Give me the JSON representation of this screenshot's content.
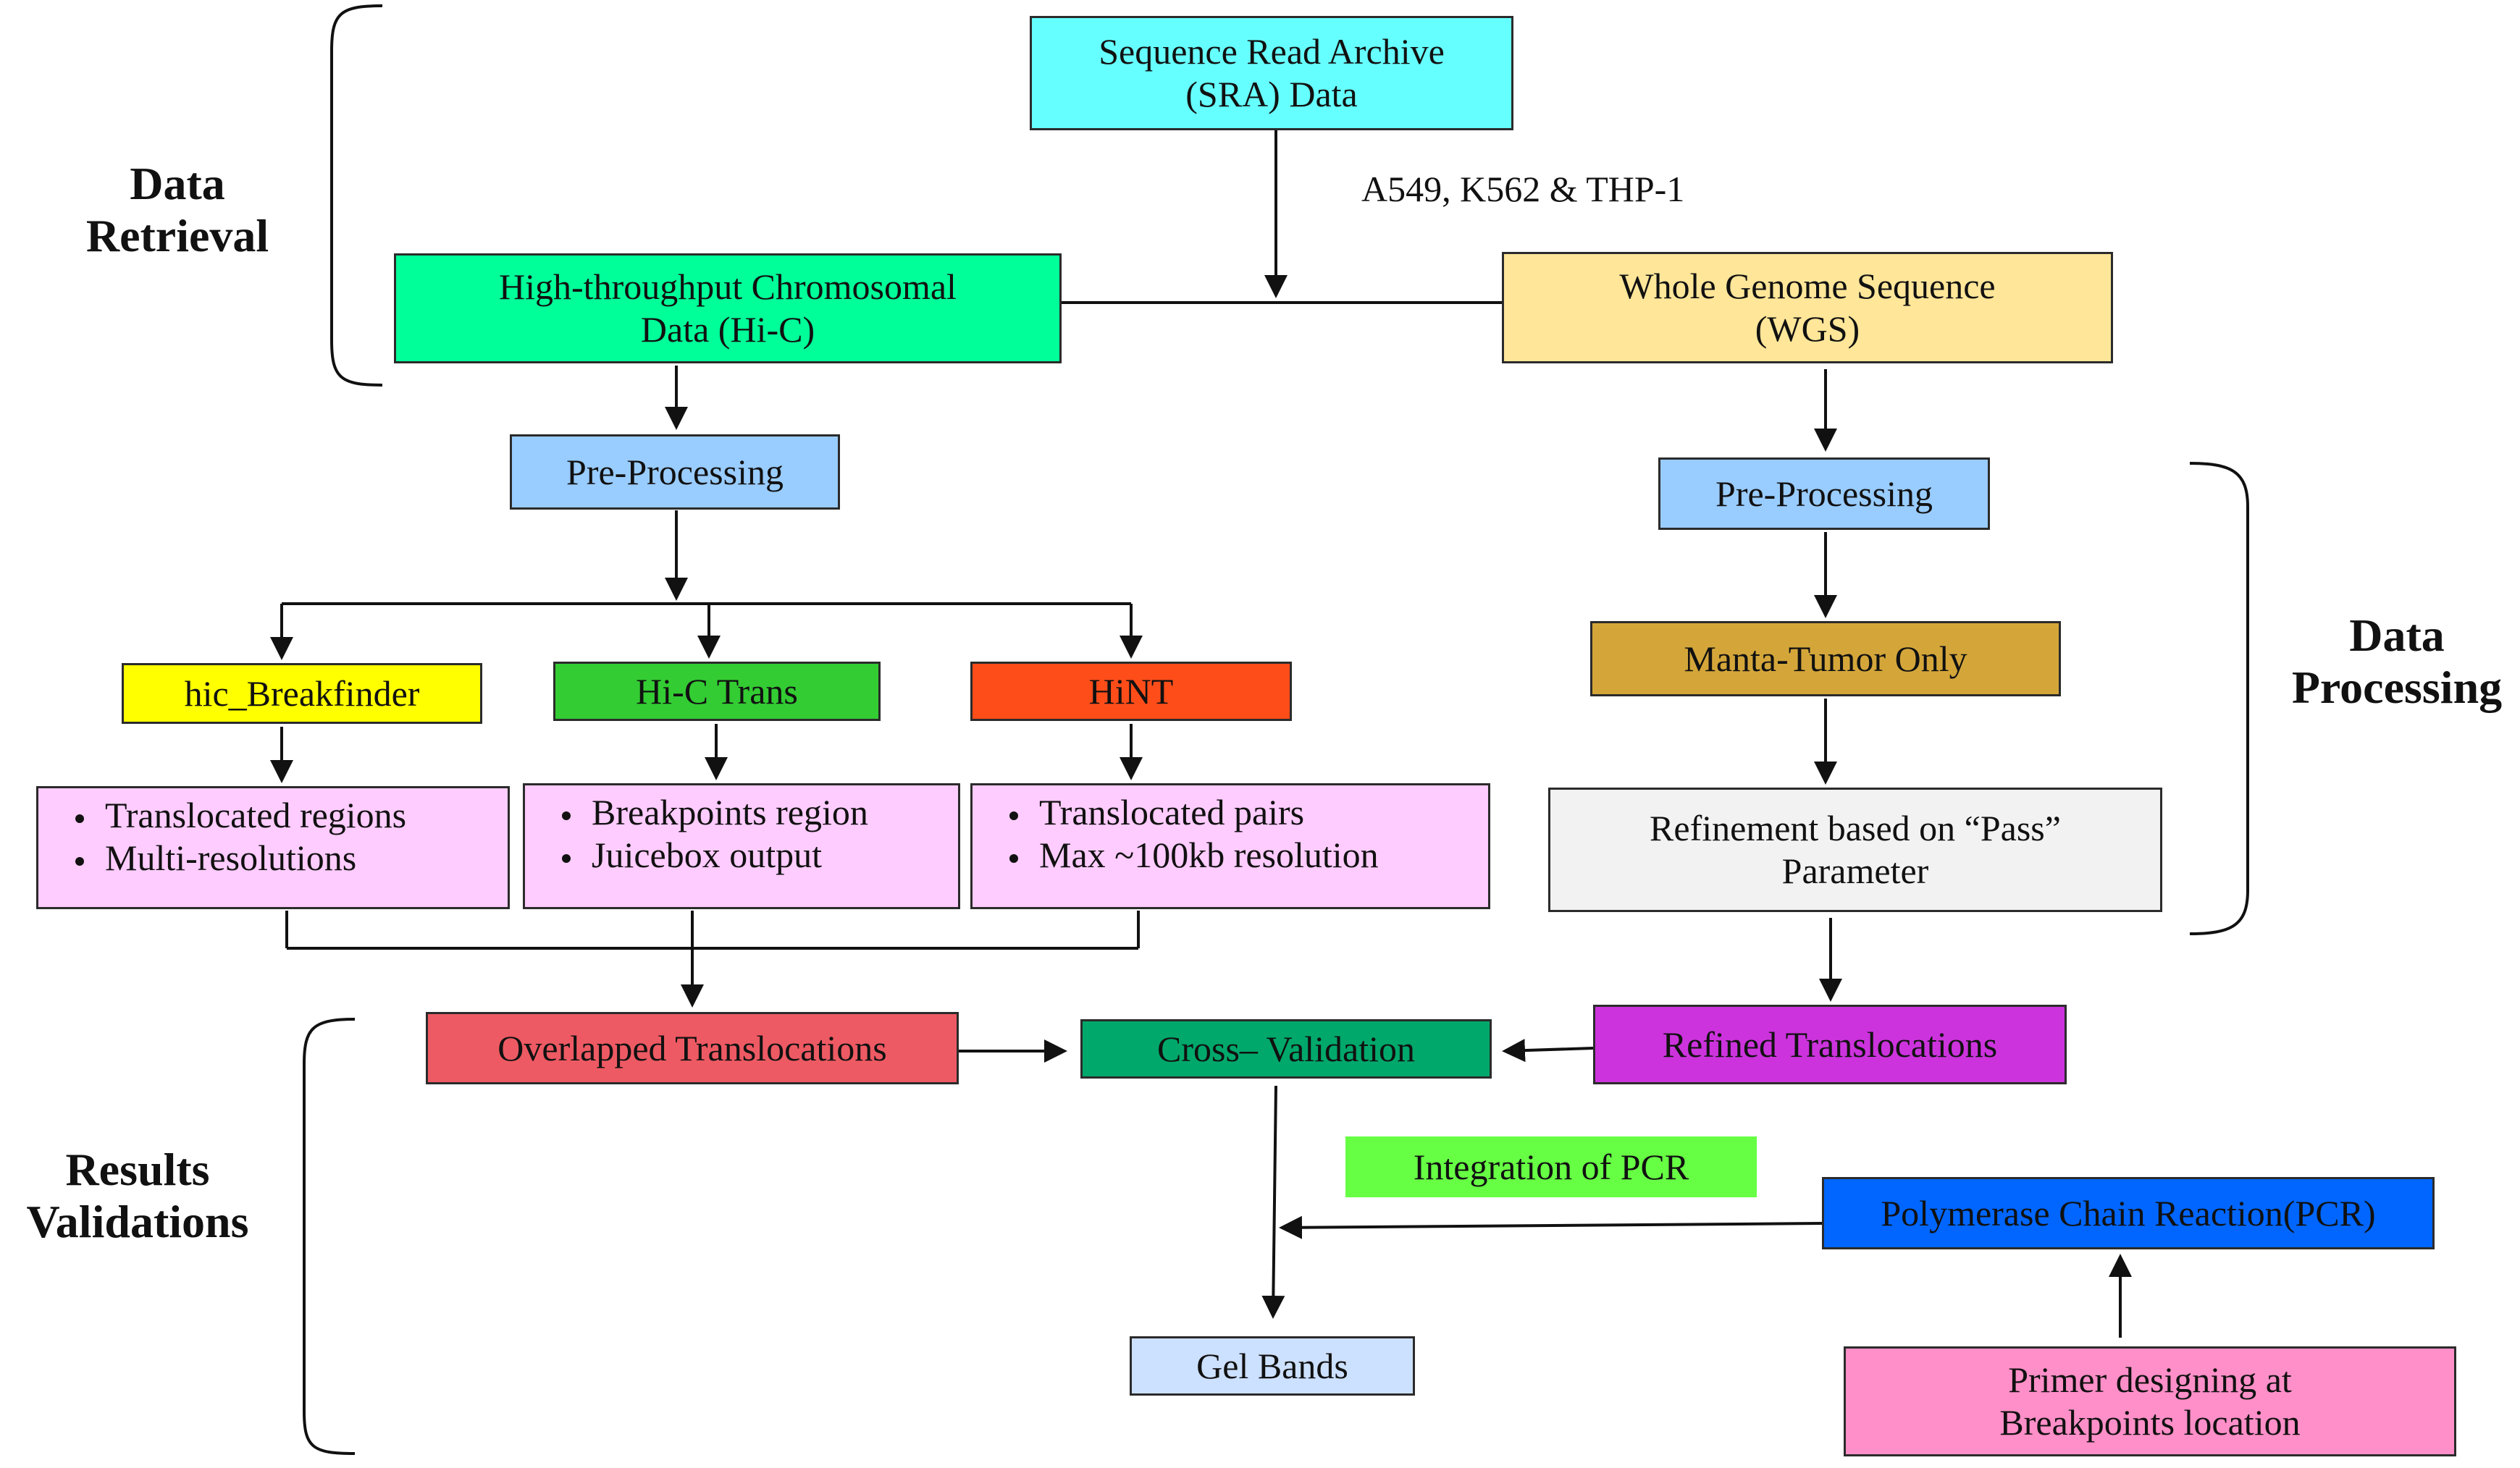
{
  "section_labels": {
    "data_retrieval": [
      "Data",
      "Retrieval"
    ],
    "data_processing": [
      "Data",
      "Processing"
    ],
    "results_validations": [
      "Results",
      "Validations"
    ]
  },
  "cell_lines_label": "A549, K562 & THP-1",
  "nodes": {
    "sra": {
      "lines": [
        "Sequence Read Archive",
        "(SRA) Data"
      ],
      "color": "#66ffff"
    },
    "hic": {
      "lines": [
        "High-throughput Chromosomal",
        "Data (Hi-C)"
      ],
      "color": "#00ff99"
    },
    "wgs": {
      "lines": [
        "Whole Genome Sequence",
        "(WGS)"
      ],
      "color": "#ffe699"
    },
    "preproc_hic": {
      "lines": [
        "Pre-Processing"
      ],
      "color": "#99ccff"
    },
    "preproc_wgs": {
      "lines": [
        "Pre-Processing"
      ],
      "color": "#99ccff"
    },
    "hic_breakfinder": {
      "lines": [
        "hic_Breakfinder"
      ],
      "color": "#ffff00"
    },
    "hic_trans": {
      "lines": [
        "Hi-C Trans"
      ],
      "color": "#33cc33"
    },
    "hint": {
      "lines": [
        "HiNT"
      ],
      "color": "#ff4d1a"
    },
    "manta": {
      "lines": [
        "Manta-Tumor Only"
      ],
      "color": "#d4a63a"
    },
    "refinement": {
      "lines": [
        "Refinement based on “Pass”",
        "Parameter"
      ],
      "color": "#f2f2f2"
    },
    "overlapped": {
      "lines": [
        "Overlapped Translocations"
      ],
      "color": "#ee5a63"
    },
    "cross_validation": {
      "lines": [
        "Cross– Validation"
      ],
      "color": "#00a86b"
    },
    "refined": {
      "lines": [
        "Refined Translocations"
      ],
      "color": "#cc33dd"
    },
    "integration_pcr": {
      "lines": [
        "Integration of PCR"
      ],
      "color": "#66ff44"
    },
    "pcr": {
      "lines": [
        "Polymerase Chain Reaction(PCR)"
      ],
      "color": "#0066ff"
    },
    "gel_bands": {
      "lines": [
        "Gel Bands"
      ],
      "color": "#cce0ff"
    },
    "primer": {
      "lines": [
        "Primer designing at",
        "Breakpoints location"
      ],
      "color": "#ff8fc8"
    }
  },
  "outputs": {
    "breakfinder": [
      "Translocated regions",
      "Multi-resolutions"
    ],
    "hic_trans": [
      "Breakpoints region",
      "Juicebox output"
    ],
    "hint": [
      "Translocated pairs",
      "Max ~100kb resolution"
    ]
  }
}
